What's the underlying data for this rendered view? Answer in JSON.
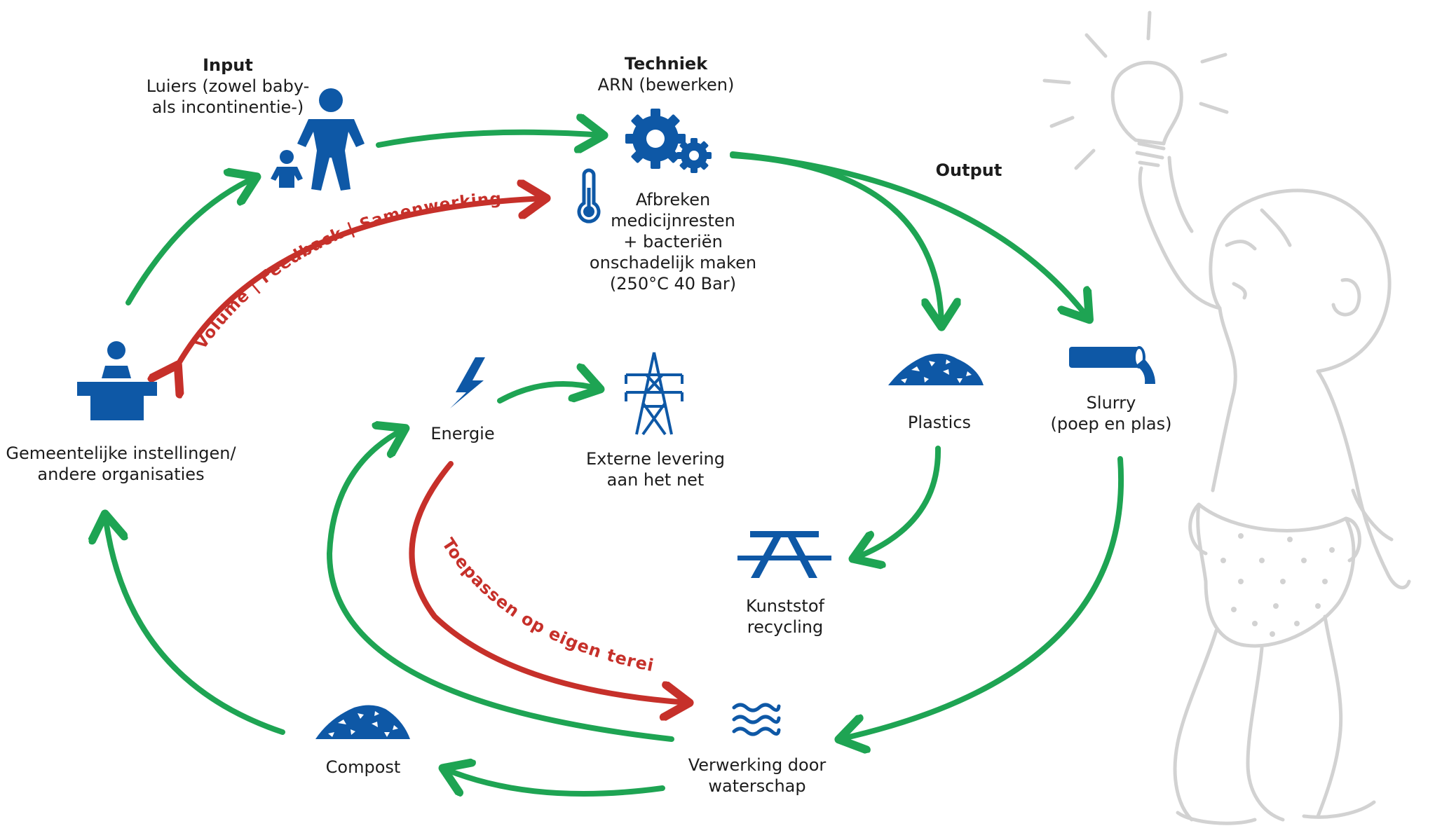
{
  "colors": {
    "green": "#1ea453",
    "red": "#c6302a",
    "blue": "#0e58a6",
    "grey": "#d2d2d2",
    "text": "#1c1c1c"
  },
  "input": {
    "heading": "Input",
    "line1": "Luiers (zowel baby-",
    "line2": "als incontinentie-)",
    "icon": "people-icon"
  },
  "technique": {
    "heading": "Techniek",
    "line1": "ARN (bewerken)",
    "icon": "gears-icon"
  },
  "process": {
    "line1": "Afbreken",
    "line2": "medicijnresten",
    "line3": "+ bacteriën",
    "line4": "onschadelijk maken",
    "line5": "(250°C 40 Bar)",
    "icon": "thermometer-icon"
  },
  "output": {
    "heading": "Output"
  },
  "plastics": {
    "label": "Plastics",
    "icon": "pile-icon"
  },
  "slurry": {
    "line1": "Slurry",
    "line2": "(poep en plas)",
    "icon": "pipe-icon"
  },
  "recycling": {
    "line1": "Kunststof",
    "line2": "recycling",
    "icon": "picnic-table-icon"
  },
  "water": {
    "line1": "Verwerking door",
    "line2": "waterschap",
    "icon": "waves-icon"
  },
  "compost": {
    "label": "Compost",
    "icon": "compost-pile-icon"
  },
  "municipal": {
    "line1": "Gemeentelijke instellingen/",
    "line2": "andere organisaties",
    "icon": "desk-person-icon"
  },
  "energy": {
    "label": "Energie",
    "icon": "lightning-icon"
  },
  "grid": {
    "line1": "Externe levering",
    "line2": "aan het net",
    "icon": "pylon-icon"
  },
  "curved_labels": {
    "feedback": "Volume | Feedback | Samenwerking",
    "own_site": "Toepassen op eigen terein"
  },
  "illustration": {
    "icon": "baby-with-lightbulb-icon"
  }
}
